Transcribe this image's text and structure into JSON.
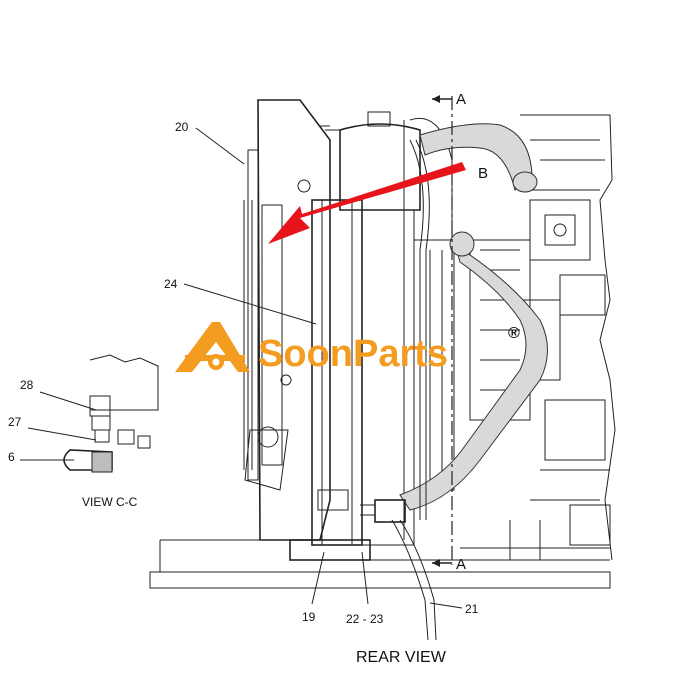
{
  "diagram": {
    "view_title": "REAR VIEW",
    "detail_title": "VIEW C-C",
    "section_marker": "A",
    "callout_b": "B",
    "part_labels": {
      "p20": "20",
      "p24": "24",
      "p28": "28",
      "p27": "27",
      "p6": "6",
      "p19": "19",
      "p22_23": "22 - 23",
      "p21": "21"
    },
    "arrow_color": "#e8141b"
  },
  "watermark": {
    "brand": "SoonParts",
    "registered": "®",
    "color": "#f39c1f"
  }
}
